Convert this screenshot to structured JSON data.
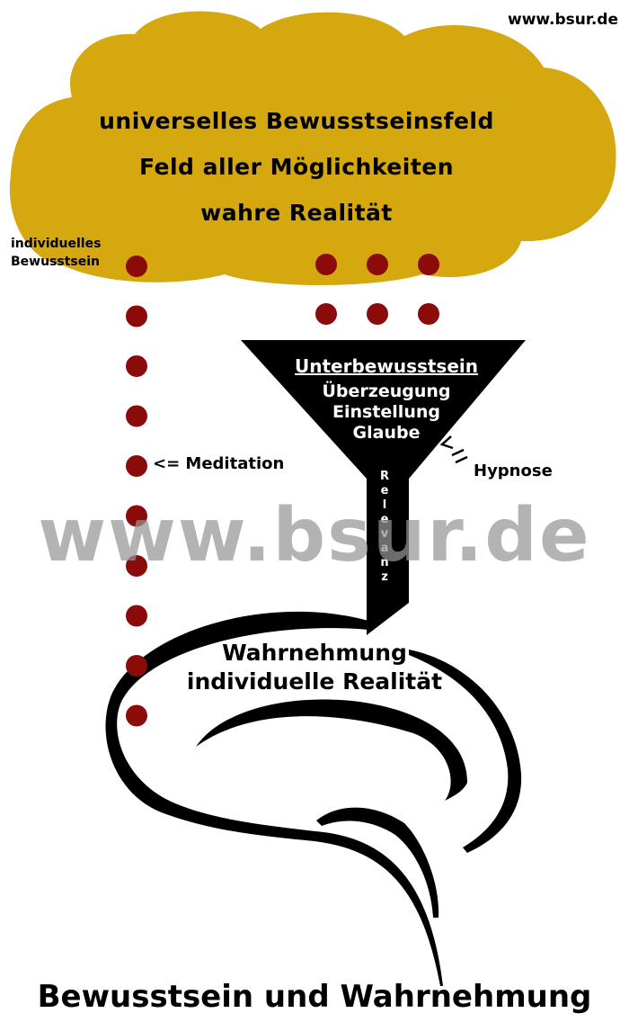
{
  "site": "www.bsur.de",
  "cloud": {
    "line1": "universelles Bewusstseinsfeld",
    "line2": "Feld aller Möglichkeiten",
    "line3": "wahre Realität",
    "color": "#d4a80e"
  },
  "individual_consciousness": "individuelles Bewusstsein",
  "meditation_label": "<= Meditation",
  "funnel": {
    "title": "Unterbewusstsein",
    "items": [
      "Überzeugung",
      "Einstellung",
      "Glaube"
    ],
    "stem_letters": [
      "R",
      "e",
      "l",
      "e",
      "v",
      "a",
      "n",
      "z"
    ]
  },
  "hypnose_label": "Hypnose",
  "hypnose_arrow": "<=",
  "watermark": "www.bsur.de",
  "perception": {
    "line1": "Wahrnehmung",
    "line2": "individuelle Realität"
  },
  "footer_title": "Bewusstsein und Wahrnehmung",
  "dot_color": "#8b0a0a"
}
